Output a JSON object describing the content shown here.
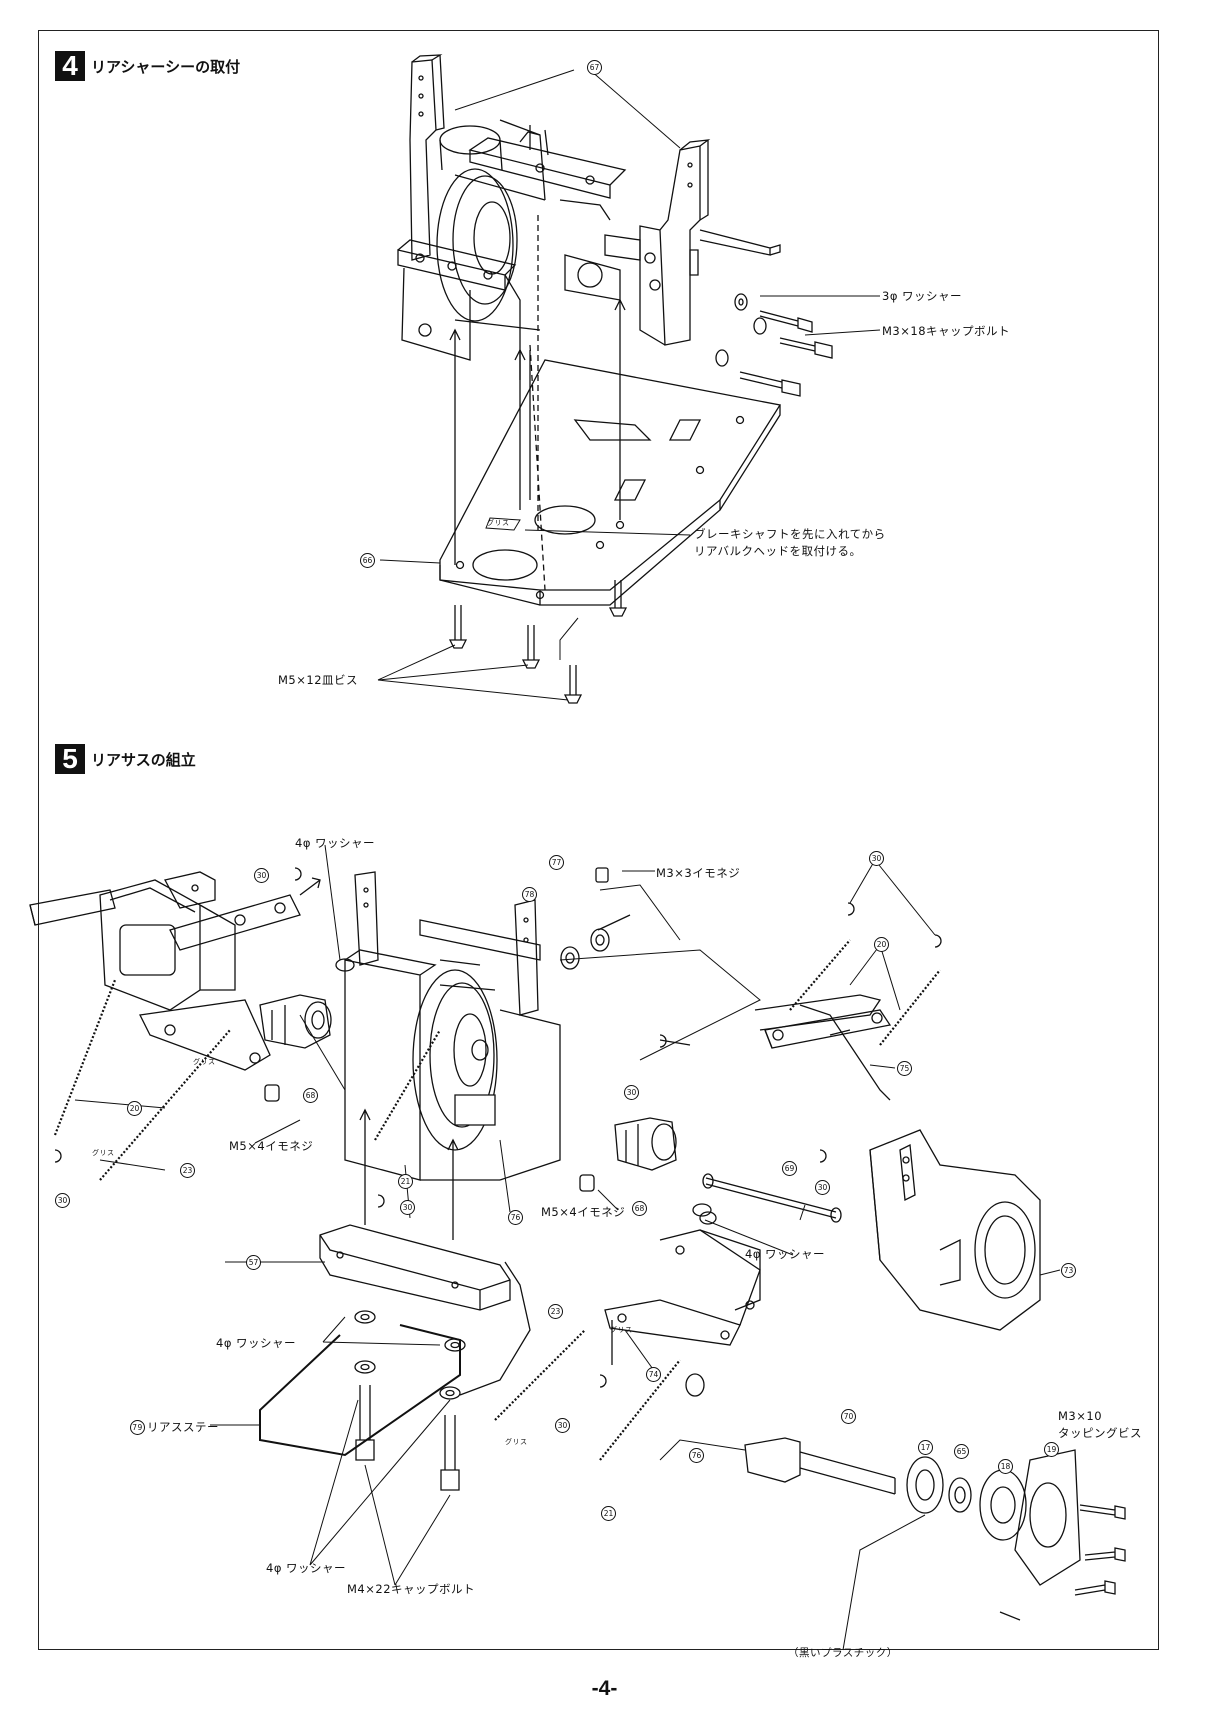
{
  "sections": [
    {
      "num": "4",
      "title": "リアシャーシーの取付"
    },
    {
      "num": "5",
      "title": "リアサスの組立"
    }
  ],
  "labels_sec4": {
    "washer_3": "3φ ワッシャー",
    "cap_bolt_m3x18": "M3×18キャップボルト",
    "note_line1": "ブレーキシャフトを先に入れてから",
    "note_line2": "リアバルクヘッドを取付ける。",
    "flat_screw_m5x12": "M5×12皿ビス",
    "grease": "グリス"
  },
  "labels_sec5": {
    "washer_4_top": "4φ ワッシャー",
    "set_screw_m3x3": "M3×3イモネジ",
    "set_screw_m5x4_left": "M5×4イモネジ",
    "set_screw_m5x4_center": "M5×4イモネジ",
    "washer_4_center": "4φ ワッシャー",
    "washer_4_left": "4φ ワッシャー",
    "washer_4_bottom": "4φ ワッシャー",
    "rear_stay": "リアスステー",
    "cap_bolt_m4x22": "M4×22キャップボルト",
    "tapping_line1": "M3×10",
    "tapping_line2": "タッピングビス",
    "black_plastic": "（黒いプラスチック）",
    "grease": "グリス"
  },
  "part_numbers": {
    "p67": "67",
    "p66": "66",
    "p30": "30",
    "p77": "77",
    "p78": "78",
    "p20": "20",
    "p75": "75",
    "p68": "68",
    "p23": "23",
    "p21": "21",
    "p76": "76",
    "p69": "69",
    "p57": "57",
    "p73": "73",
    "p74": "74",
    "p79": "79",
    "p70": "70",
    "p17": "17",
    "p65": "65",
    "p18": "18",
    "p19": "19"
  },
  "page_number": "-4-"
}
